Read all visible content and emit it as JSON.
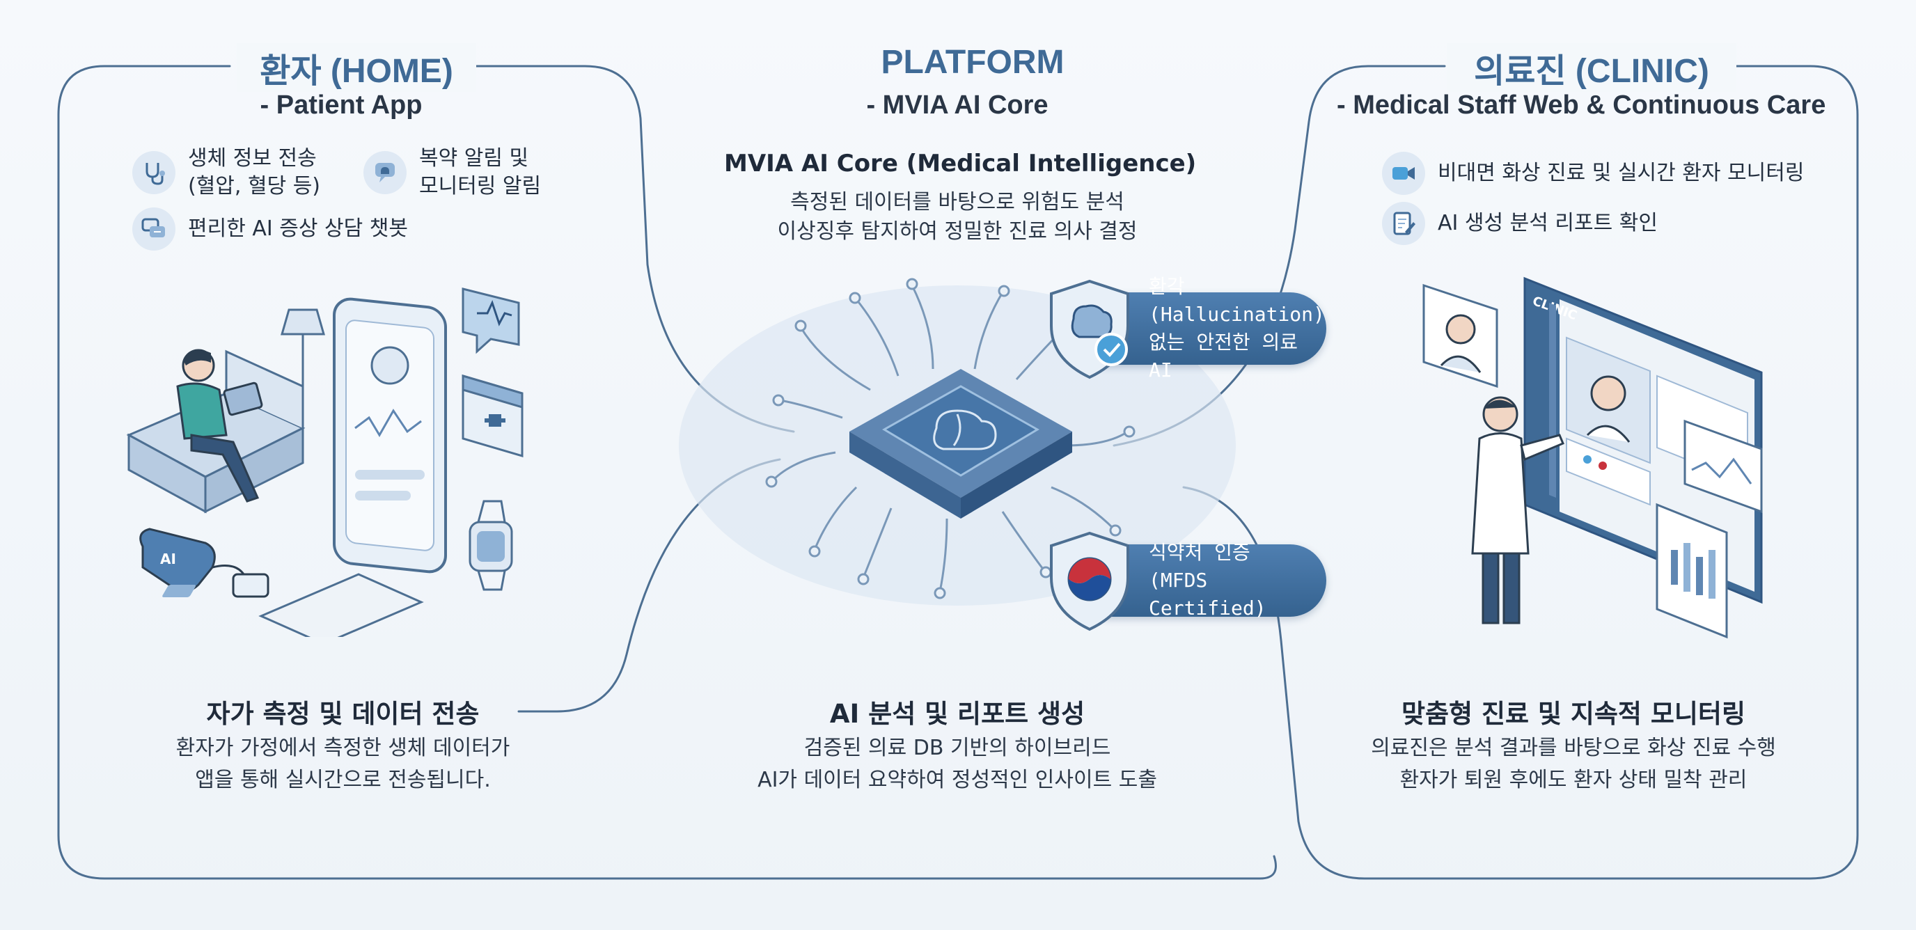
{
  "home": {
    "title": "환자 (HOME)",
    "subtitle": "- Patient App",
    "features": [
      {
        "icon": "stethoscope-icon",
        "line1": "생체 정보 전송",
        "line2": "(혈압, 혈당 등)"
      },
      {
        "icon": "bell-chat-icon",
        "line1": "복약 알림 및",
        "line2": "모니터링 알림"
      },
      {
        "icon": "chat-bubbles-icon",
        "line1": "편리한 AI 증상 상담 챗봇",
        "line2": ""
      }
    ],
    "device_label": "AI",
    "section_title": "자가 측정 및 데이터 전송",
    "section_body": [
      "환자가 가정에서 측정한 생체 데이터가",
      "앱을 통해 실시간으로 전송됩니다."
    ]
  },
  "platform": {
    "title": "PLATFORM",
    "subtitle": "- MVIA AI Core",
    "core_title": "MVIA AI Core (Medical Intelligence)",
    "core_body": [
      "측정된 데이터를 바탕으로 위험도 분석",
      "이상징후 탐지하여 정밀한 진료 의사 결정"
    ],
    "badges": [
      {
        "icon": "brain-shield-icon",
        "line1": "환각(Hallucination)",
        "line2": "없는 안전한 의료 AI"
      },
      {
        "icon": "certified-shield-icon",
        "line1": "식약처 인증",
        "line2": "(MFDS Certified)"
      }
    ],
    "section_title": "AI 분석 및 리포트 생성",
    "section_body": [
      "검증된 의료 DB 기반의 하이브리드",
      "AI가 데이터 요약하여 정성적인 인사이트 도출"
    ]
  },
  "clinic": {
    "title": "의료진 (CLINIC)",
    "subtitle": "- Medical Staff Web & Continuous Care",
    "features": [
      {
        "icon": "video-camera-icon",
        "text": "비대면 화상 진료 및 실시간 환자 모니터링"
      },
      {
        "icon": "report-edit-icon",
        "text": "AI 생성 분석 리포트 확인"
      }
    ],
    "screen_label": "CLINIC",
    "section_title": "맞춤형 진료 및 지속적 모니터링",
    "section_body": [
      "의료진은 분석 결과를 바탕으로 화상 진료 수행",
      "환자가 퇴원 후에도 환자 상태 밀착 관리"
    ]
  },
  "colors": {
    "accent": "#3f6a96",
    "line": "#4b6f93",
    "badge": "#3f6e9e"
  }
}
